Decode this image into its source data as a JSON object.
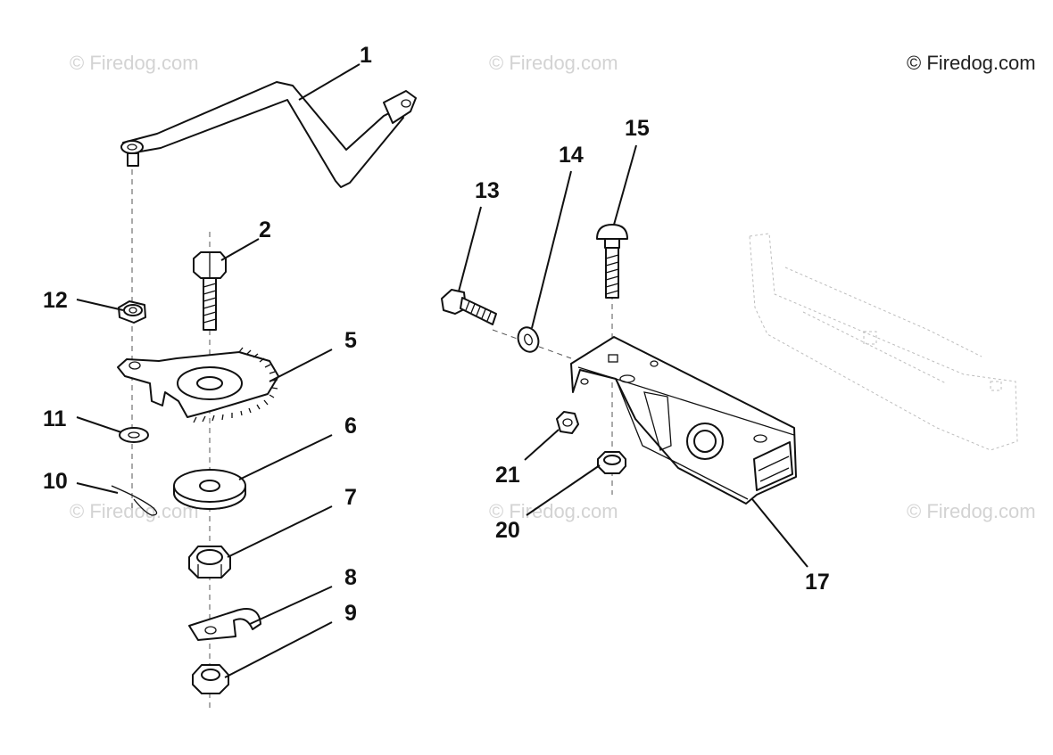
{
  "diagram": {
    "watermarks": [
      {
        "text": "© Firedog.com"
      },
      {
        "text": "© Firedog.com"
      },
      {
        "text": "© Firedog.com"
      },
      {
        "text": "© Firedog.com"
      },
      {
        "text": "© Firedog.com"
      },
      {
        "text": "© Firedog.com"
      }
    ],
    "callouts": [
      {
        "label": "1"
      },
      {
        "label": "2"
      },
      {
        "label": "5"
      },
      {
        "label": "6"
      },
      {
        "label": "7"
      },
      {
        "label": "8"
      },
      {
        "label": "9"
      },
      {
        "label": "10"
      },
      {
        "label": "11"
      },
      {
        "label": "12"
      },
      {
        "label": "13"
      },
      {
        "label": "14"
      },
      {
        "label": "15"
      },
      {
        "label": "17"
      },
      {
        "label": "20"
      },
      {
        "label": "21"
      }
    ]
  }
}
